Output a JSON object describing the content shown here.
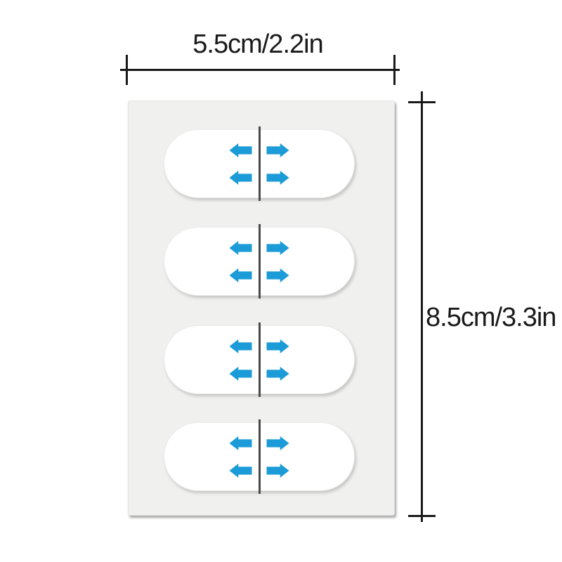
{
  "diagram": {
    "type": "product-size-diagram",
    "width_dimension": {
      "label": "5.5cm/2.2in"
    },
    "height_dimension": {
      "label": "8.5cm/3.3in"
    },
    "sheet": {
      "pill_count": 4,
      "arrows_per_pill": 4,
      "arrow_directions": [
        "left",
        "right",
        "left",
        "right"
      ],
      "divider_lines_per_pill": 1
    }
  },
  "colors": {
    "background": "#ffffff",
    "sheet": "#f0f0ef",
    "pill": "#ffffff",
    "arrow": "#1b9bd7",
    "divider": "#4a4a4a",
    "dimension": "#1a1a1a"
  }
}
